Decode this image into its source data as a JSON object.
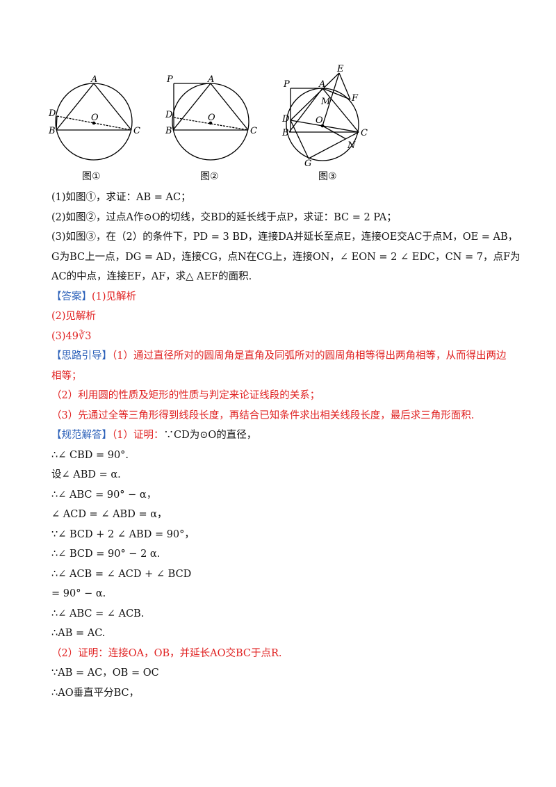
{
  "figures": {
    "captions": [
      "图①",
      "图②",
      "图③"
    ]
  },
  "problem": {
    "p1": "(1)如图①，求证：AB = AC；",
    "p2": "(2)如图②，过点A作⊙O的切线，交BD的延长线于点P，求证：BC = 2 PA；",
    "p3a": "(3)如图③，在（2）的条件下，PD = 3 BD，连接DA并延长至点E，连接OE交AC于点M，OE = AB，",
    "p3b": "G为BC上一点，DG = AD，连接CG，点N在CG上，连接ON，∠ EON = 2 ∠ EDC，CN = 7，点F为",
    "p3c": "AC的中点，连接EF，AF，求△ AEF的面积."
  },
  "answer": {
    "tag": "【答案】",
    "a1": "(1)见解析",
    "a2": "(2)见解析",
    "a3": "(3)49∛3"
  },
  "hint": {
    "tag": "【思路引导】",
    "h1a": "（1）通过直径所对的圆周角是直角及同弧所对的圆周角相等得出两角相等，从而得出两边",
    "h1b": "相等；",
    "h2": "（2）利用圆的性质及矩形的性质与判定来论证线段的关系；",
    "h3": "（3）先通过全等三角形得到线段长度，再结合已知条件求出相关线段长度，最后求三角形面积."
  },
  "solution": {
    "tag": "【规范解答】",
    "intro": "（1）证明：",
    "l0": "∵CD为⊙O的直径，",
    "l1": "∴∠ CBD = 90°.",
    "l2": "设∠ ABD = α.",
    "l3": "∴∠ ABC = 90° − α，",
    "l4": "∠ ACD = ∠ ABD = α，",
    "l5": "∵∠ BCD + 2 ∠ ABD = 90°，",
    "l6": "∴∠ BCD = 90° − 2 α.",
    "l7": "∴∠ ACB = ∠ ACD + ∠ BCD",
    "l8": "= 90° − α.",
    "l9": "∴∠ ABC = ∠ ACB.",
    "l10": "∴AB = AC.",
    "l11": "（2）证明：连接OA，OB，并延长AO交BC于点R.",
    "l12": "∵AB = AC，OB = OC",
    "l13": "∴AO垂直平分BC，"
  }
}
